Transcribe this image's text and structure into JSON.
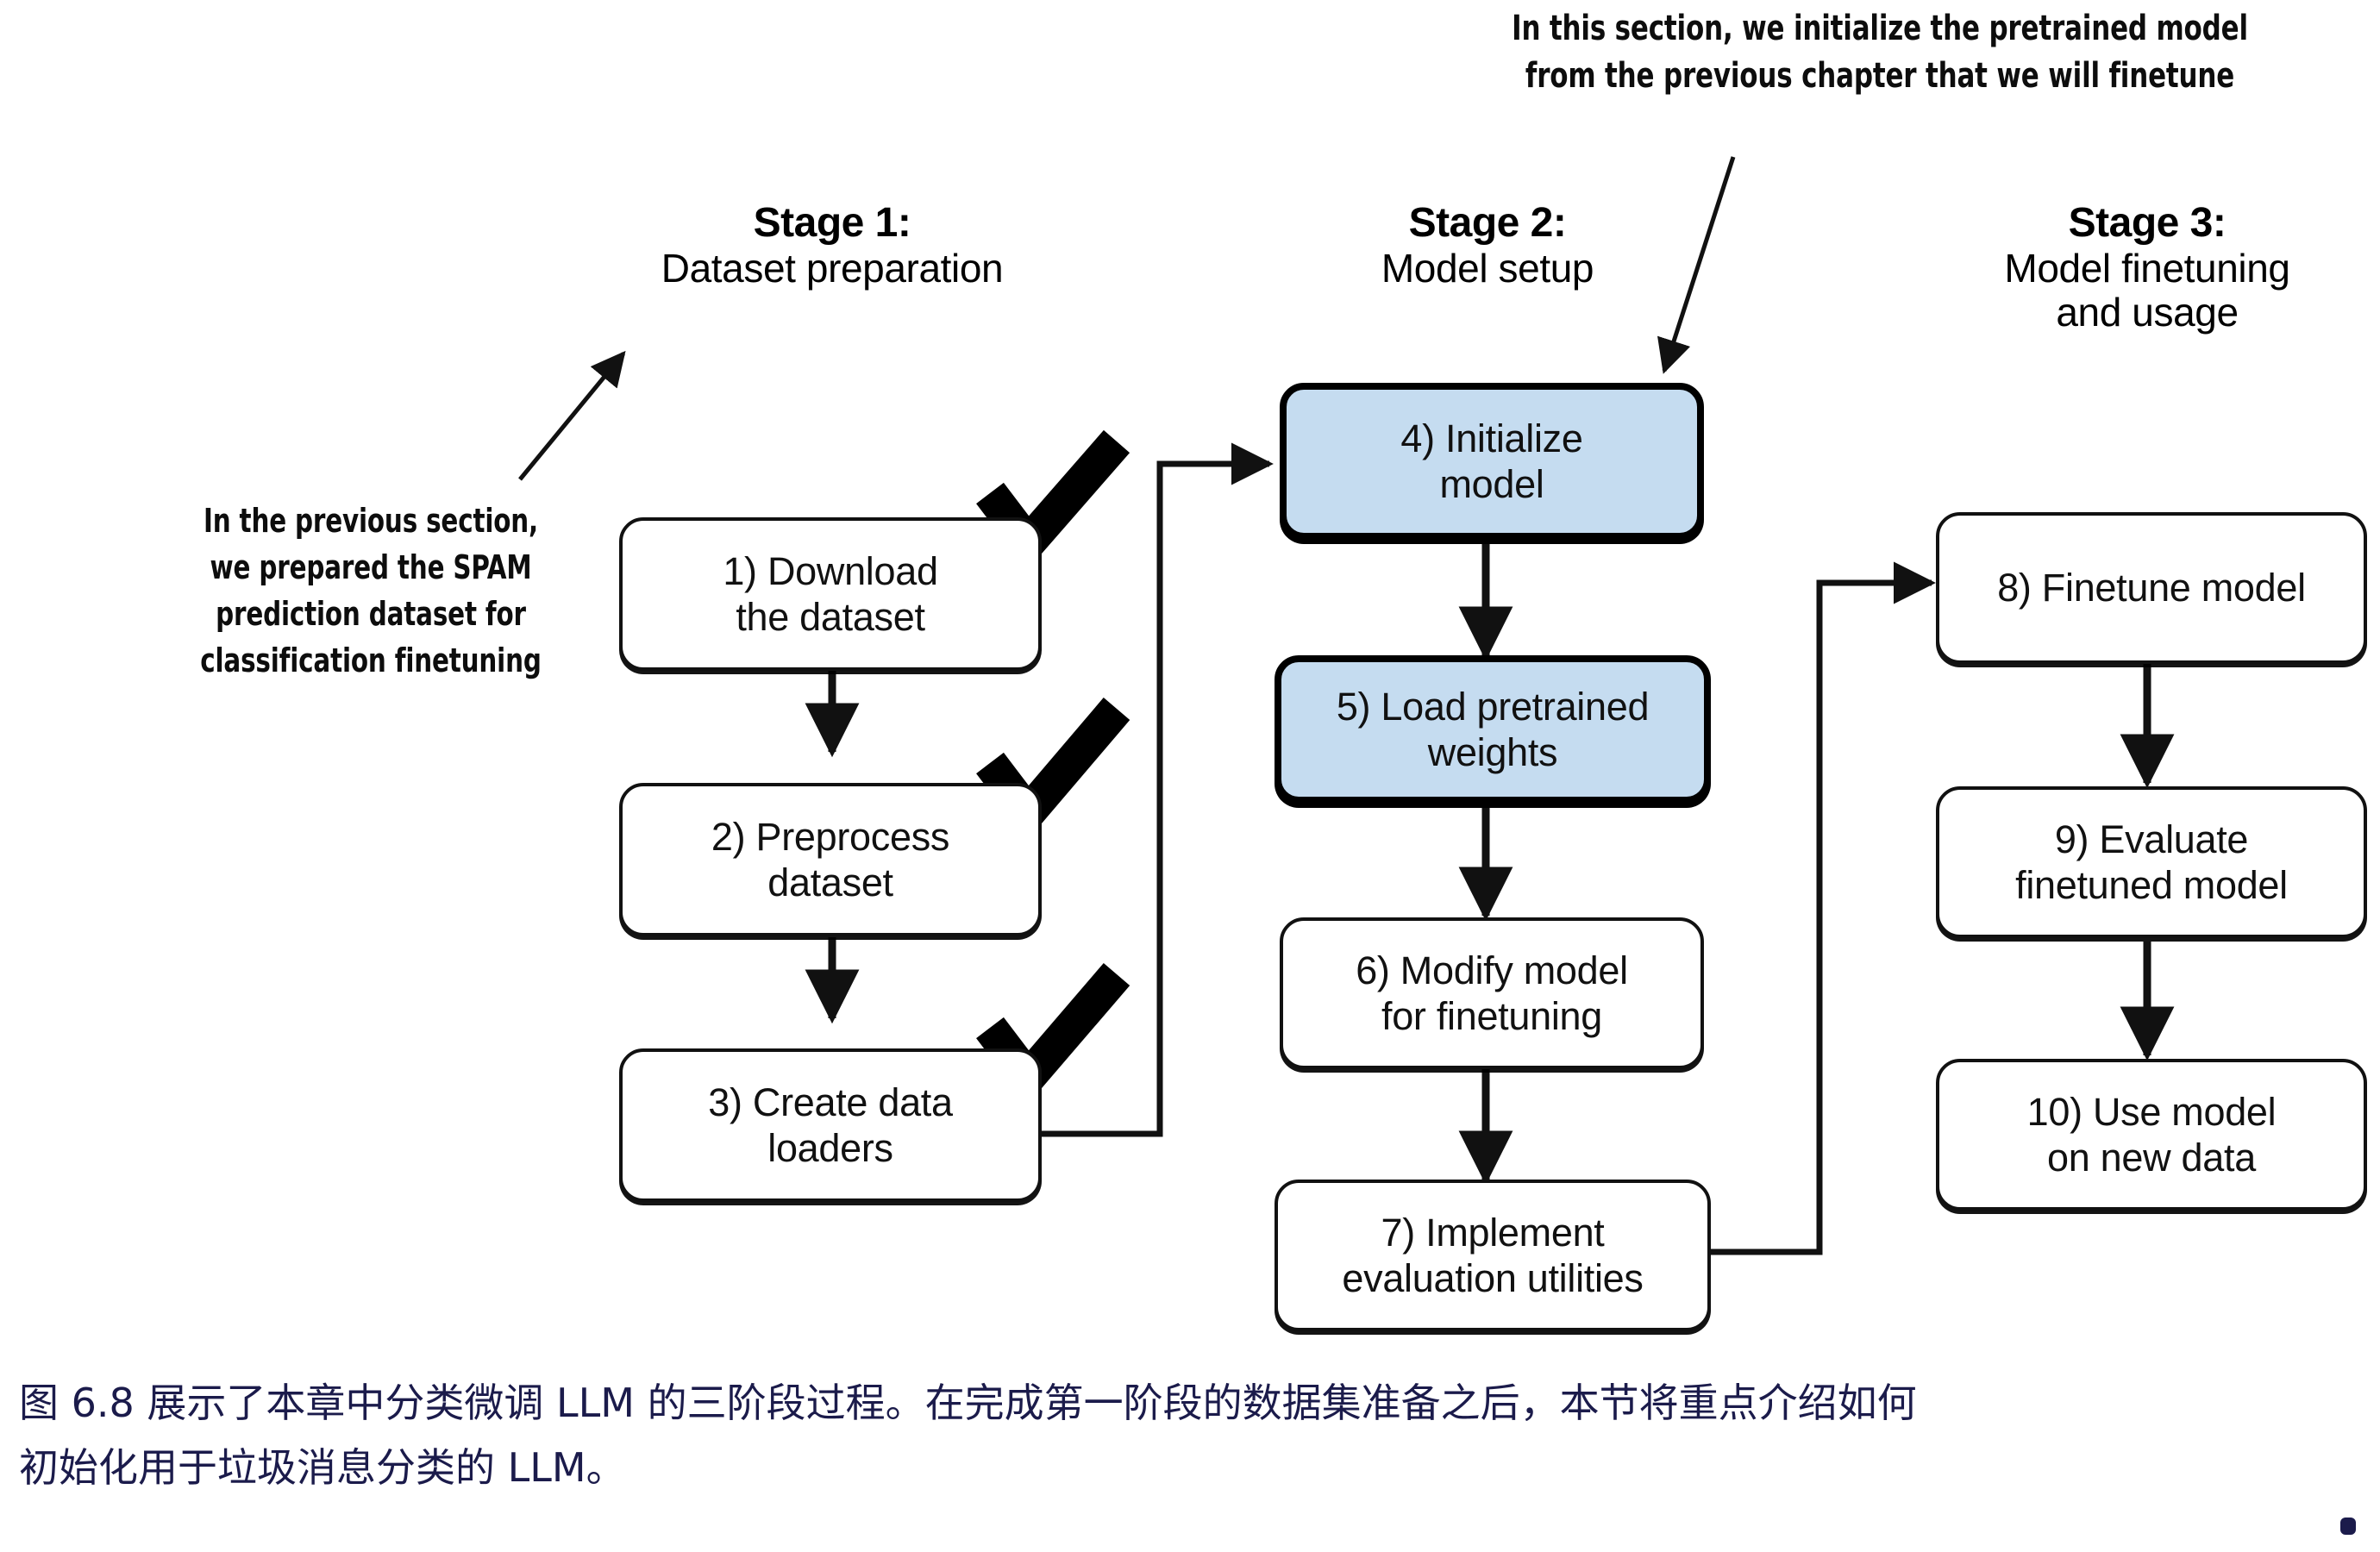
{
  "figure": {
    "annotations": {
      "top": {
        "name": "top-annotation",
        "lines": [
          "In this section, we initialize the pretrained model",
          "from the previous chapter that we will finetune"
        ]
      },
      "left": {
        "name": "left-annotation",
        "lines": [
          "In the previous section,",
          "we prepared the SPAM",
          "prediction dataset for",
          "classification finetuning"
        ]
      }
    },
    "stages": [
      {
        "id": "stage-1",
        "title": "Stage 1:",
        "subtitle_lines": [
          "Dataset preparation"
        ],
        "steps": [
          {
            "id": "step-1",
            "lines": [
              "1) Download",
              "the dataset"
            ],
            "highlighted": false,
            "checked": true
          },
          {
            "id": "step-2",
            "lines": [
              "2) Preprocess",
              "dataset"
            ],
            "highlighted": false,
            "checked": true
          },
          {
            "id": "step-3",
            "lines": [
              "3) Create data",
              "loaders"
            ],
            "highlighted": false,
            "checked": true
          }
        ]
      },
      {
        "id": "stage-2",
        "title": "Stage 2:",
        "subtitle_lines": [
          "Model setup"
        ],
        "steps": [
          {
            "id": "step-4",
            "lines": [
              "4) Initialize",
              "model"
            ],
            "highlighted": true,
            "checked": false
          },
          {
            "id": "step-5",
            "lines": [
              "5) Load pretrained",
              "weights"
            ],
            "highlighted": true,
            "checked": false
          },
          {
            "id": "step-6",
            "lines": [
              "6) Modify model",
              "for finetuning"
            ],
            "highlighted": false,
            "checked": false
          },
          {
            "id": "step-7",
            "lines": [
              "7) Implement",
              "evaluation utilities"
            ],
            "highlighted": false,
            "checked": false
          }
        ]
      },
      {
        "id": "stage-3",
        "title": "Stage 3:",
        "subtitle_lines": [
          "Model finetuning",
          "and usage"
        ],
        "steps": [
          {
            "id": "step-8",
            "lines": [
              "8) Finetune model"
            ],
            "highlighted": false,
            "checked": false
          },
          {
            "id": "step-9",
            "lines": [
              "9) Evaluate",
              "finetuned model"
            ],
            "highlighted": false,
            "checked": false
          },
          {
            "id": "step-10",
            "lines": [
              "10) Use model",
              "on new data"
            ],
            "highlighted": false,
            "checked": false
          }
        ]
      }
    ],
    "colors": {
      "highlight_fill": "#c5dcf0",
      "stroke": "#111111",
      "caption_text": "#1b1b4b",
      "background": "#ffffff"
    }
  },
  "caption": {
    "line1": "图 6.8 展示了本章中分类微调 LLM 的三阶段过程。在完成第一阶段的数据集准备之后，本节将重点介绍如何",
    "line2": "初始化用于垃圾消息分类的 LLM。"
  }
}
